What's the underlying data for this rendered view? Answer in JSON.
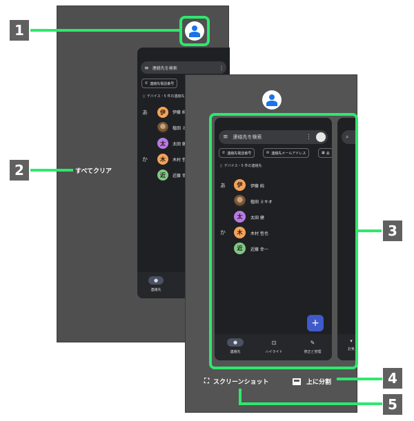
{
  "overview": {
    "clear_all": "すべてクリア",
    "screenshot_label": "スクリーンショット",
    "split_label": "上に分割",
    "accent_color": "#2ee86d",
    "background_color": "#4f4f4f"
  },
  "callouts": [
    "1",
    "2",
    "3",
    "4",
    "5"
  ],
  "contacts_app": {
    "search_placeholder": "連絡先を検索",
    "chips": [
      "連絡先電話番号",
      "連絡先メールアドレス",
      "会"
    ],
    "back_chips": [
      "連絡先電話番号"
    ],
    "device_line": "デバイス・5 件の連絡先",
    "sections": [
      {
        "initial": "あ",
        "contacts": [
          {
            "glyph": "伊",
            "name": "伊藤 純",
            "color": "#f4a35a"
          },
          {
            "glyph": "",
            "name": "植田 ミキオ",
            "color": "photo"
          },
          {
            "glyph": "太",
            "name": "太田 健",
            "color": "#b77ae6"
          }
        ]
      },
      {
        "initial": "か",
        "contacts": [
          {
            "glyph": "木",
            "name": "木村 哲也",
            "color": "#f4a35a"
          },
          {
            "glyph": "近",
            "name": "近藤 幸一",
            "color": "#7fc786"
          }
        ]
      }
    ],
    "back_names": [
      "伊藤 純",
      "植田 ミ",
      "太田 健",
      "木村 哲",
      "近藤 幸"
    ],
    "nav": [
      {
        "label": "連絡先",
        "icon": "person-icon"
      },
      {
        "label": "ハイライト",
        "icon": "highlight-icon"
      },
      {
        "label": "修正と管理",
        "icon": "wrench-icon"
      }
    ],
    "third_nav_label": "お気"
  }
}
